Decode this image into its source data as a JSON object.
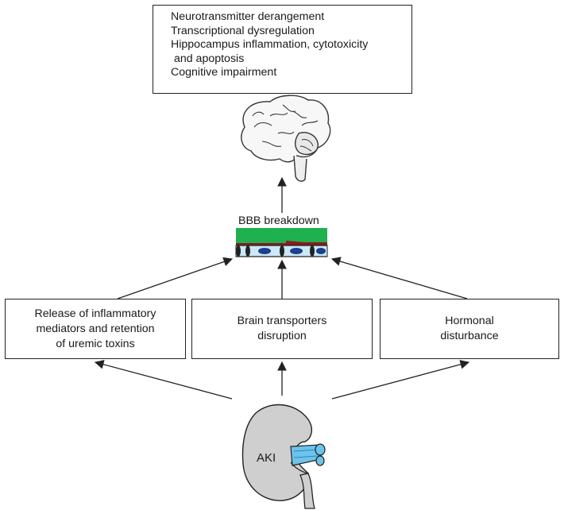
{
  "top_box": {
    "lines": [
      "Neurotransmitter derangement",
      "Transcriptional dysregulation",
      "Hippocampus inflammation, cytotoxicity",
      " and apoptosis",
      "Cognitive impairment"
    ]
  },
  "bbb": {
    "label": "BBB breakdown"
  },
  "boxes": {
    "left": "Release of inflammatory\nmediators and retention\nof uremic toxins",
    "center": "Brain transporters\ndisruption",
    "right": "Hormonal\ndisturbance"
  },
  "kidney": {
    "label": "AKI"
  },
  "colors": {
    "bbb_top": "#1fb04f",
    "bbb_red": "#8a1c1c",
    "cell_fill": "#cde8f6",
    "nucleus": "#1d3f8f",
    "ureter": "#6cc3ec",
    "kidney": "#cfcfcf"
  }
}
